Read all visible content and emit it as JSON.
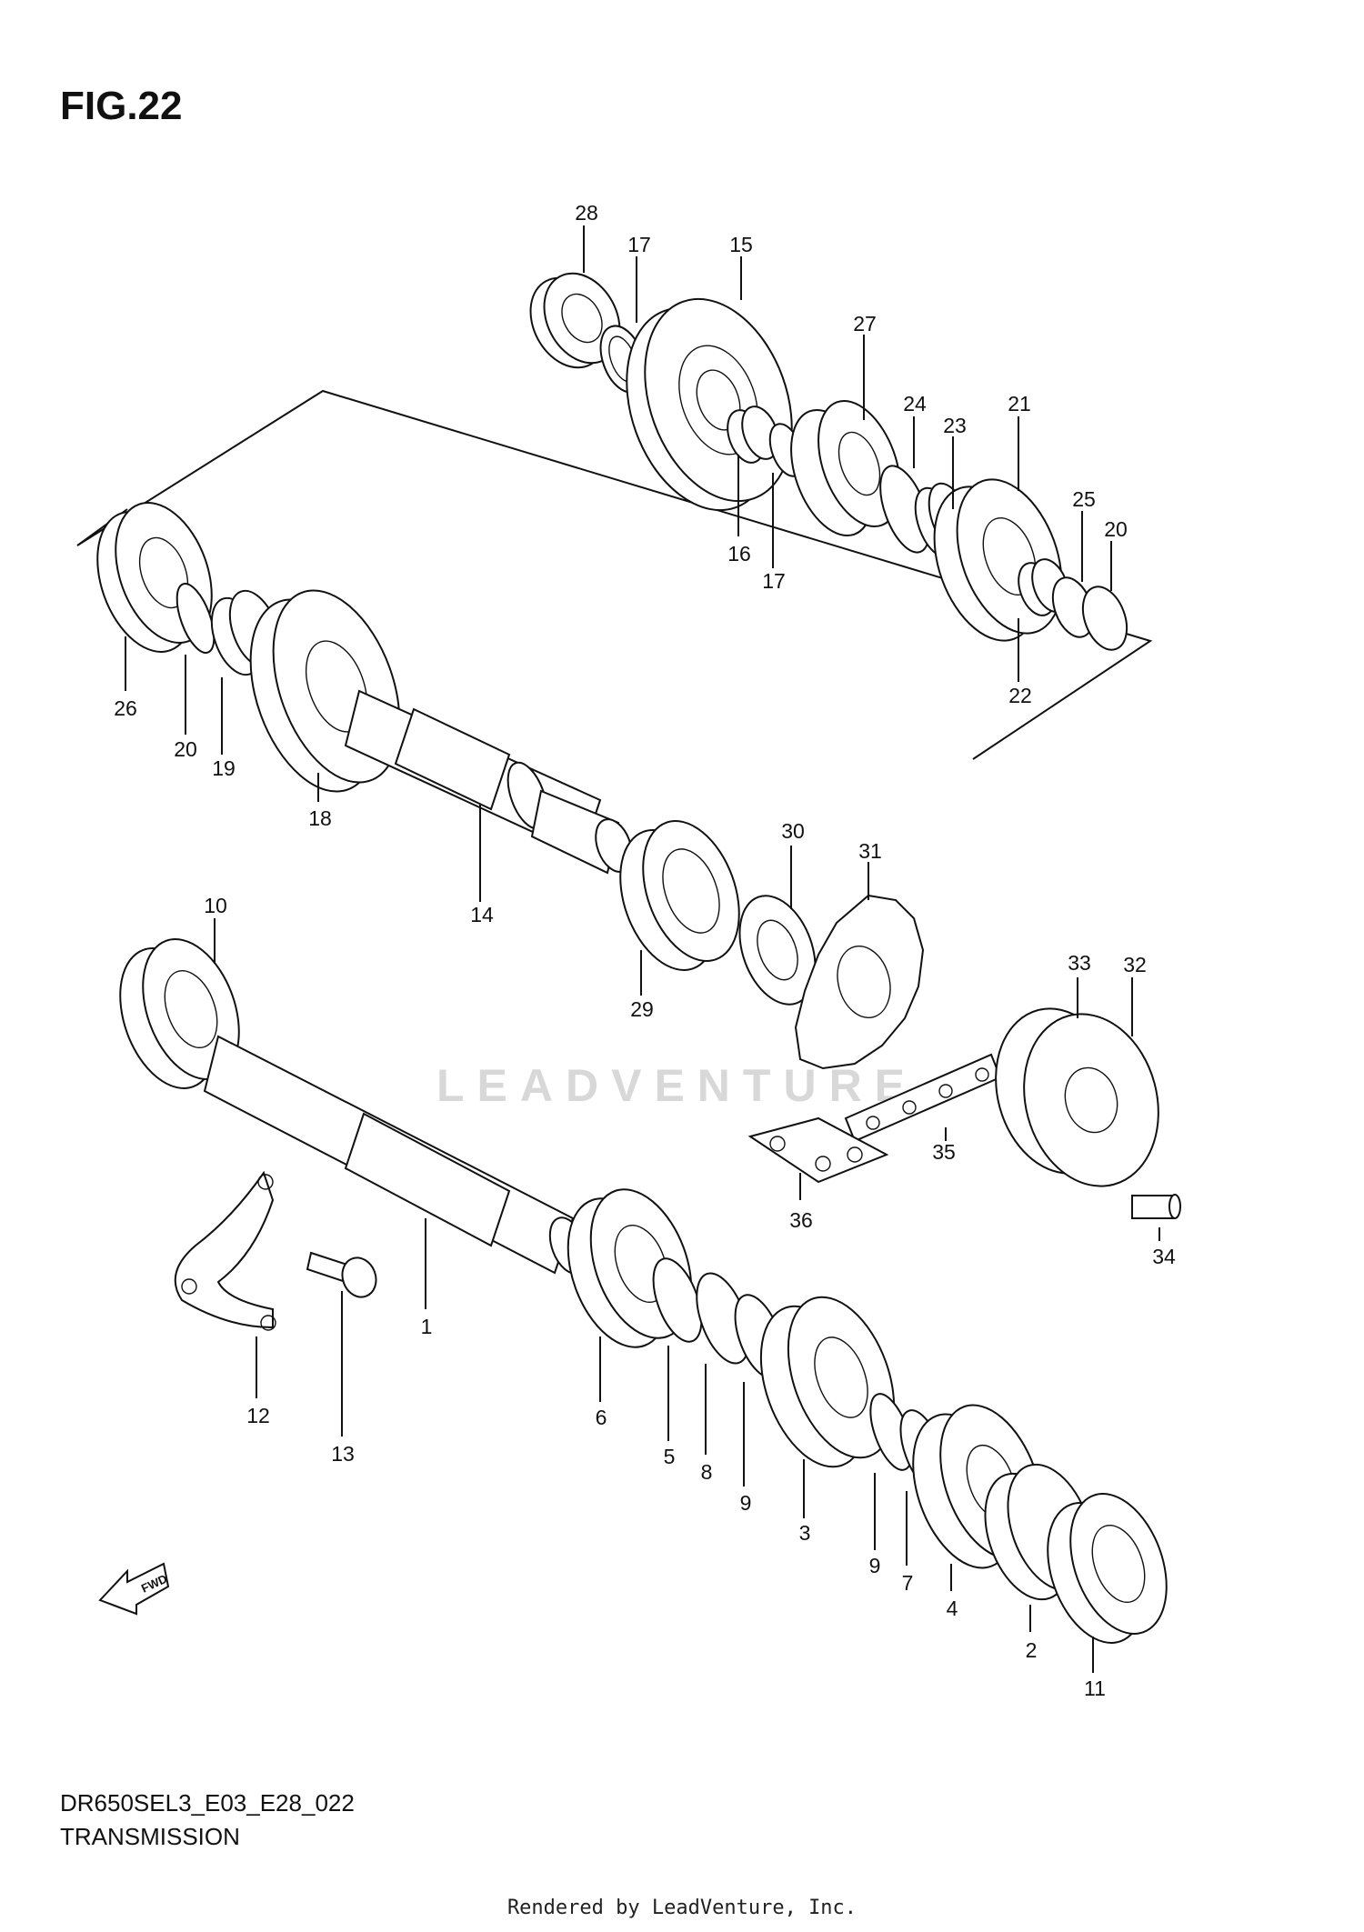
{
  "figure": {
    "title": "FIG.22",
    "code": "DR650SEL3_E03_E28_022",
    "section": "TRANSMISSION",
    "credit": "Rendered by LeadVenture, Inc.",
    "watermark": "LEADVENTURE",
    "fwd_label": "FWD"
  },
  "callouts": [
    {
      "n": "1"
    },
    {
      "n": "2"
    },
    {
      "n": "3"
    },
    {
      "n": "4"
    },
    {
      "n": "5"
    },
    {
      "n": "6"
    },
    {
      "n": "7"
    },
    {
      "n": "8"
    },
    {
      "n": "9"
    },
    {
      "n": "9"
    },
    {
      "n": "10"
    },
    {
      "n": "11"
    },
    {
      "n": "12"
    },
    {
      "n": "13"
    },
    {
      "n": "14"
    },
    {
      "n": "15"
    },
    {
      "n": "16"
    },
    {
      "n": "17"
    },
    {
      "n": "17"
    },
    {
      "n": "18"
    },
    {
      "n": "19"
    },
    {
      "n": "20"
    },
    {
      "n": "20"
    },
    {
      "n": "21"
    },
    {
      "n": "22"
    },
    {
      "n": "23"
    },
    {
      "n": "24"
    },
    {
      "n": "25"
    },
    {
      "n": "26"
    },
    {
      "n": "27"
    },
    {
      "n": "28"
    },
    {
      "n": "29"
    },
    {
      "n": "30"
    },
    {
      "n": "31"
    },
    {
      "n": "32"
    },
    {
      "n": "33"
    },
    {
      "n": "34"
    },
    {
      "n": "35"
    },
    {
      "n": "36"
    }
  ]
}
